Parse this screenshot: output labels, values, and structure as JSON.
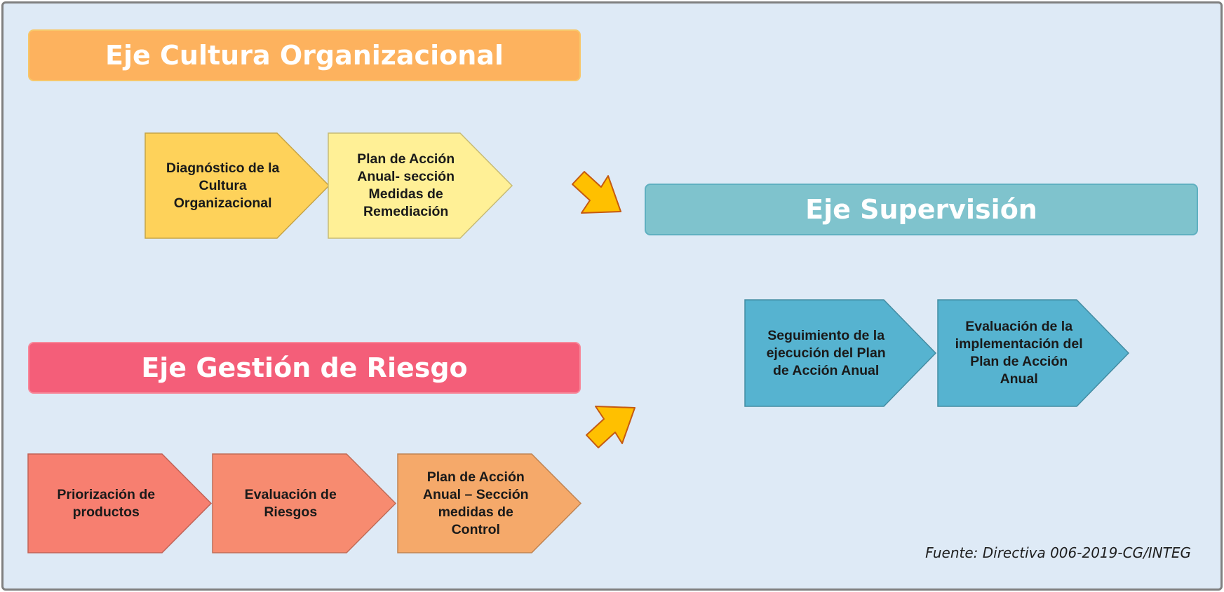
{
  "headers": {
    "cultura": "Eje Cultura Organizacional",
    "supervision": "Eje Supervisión",
    "riesgo": "Eje Gestión de Riesgo"
  },
  "cultura_steps": [
    {
      "lines": [
        "Diagnóstico de la",
        "Cultura",
        "Organizacional"
      ],
      "color": "#fed25a"
    },
    {
      "lines": [
        "Plan de Acción",
        "Anual- sección",
        "Medidas de",
        "Remediación"
      ],
      "color": "#fff096"
    }
  ],
  "supervision_steps": [
    {
      "lines": [
        "Seguimiento de la",
        "ejecución del Plan",
        "de Acción Anual"
      ],
      "color": "#56b3d0"
    },
    {
      "lines": [
        "Evaluación de la",
        "implementación del",
        "Plan de Acción",
        "Anual"
      ],
      "color": "#56b3d0"
    }
  ],
  "riesgo_steps": [
    {
      "lines": [
        "Priorización de",
        "productos"
      ],
      "color": "#f77f70"
    },
    {
      "lines": [
        "Evaluación de",
        "Riesgos"
      ],
      "color": "#f78b70"
    },
    {
      "lines": [
        "Plan de Acción",
        "Anual – Sección",
        "medidas de",
        "Control"
      ],
      "color": "#f5a96a"
    }
  ],
  "colors": {
    "background": "#deeaf6",
    "arrow_fill": "#ffc000",
    "arrow_stroke": "#c55a11"
  },
  "icons": {
    "arrow_down_right": "arrow-down-right-icon",
    "arrow_up_right": "arrow-up-right-icon"
  },
  "source_note": "Fuente: Directiva 006-2019-CG/INTEG"
}
